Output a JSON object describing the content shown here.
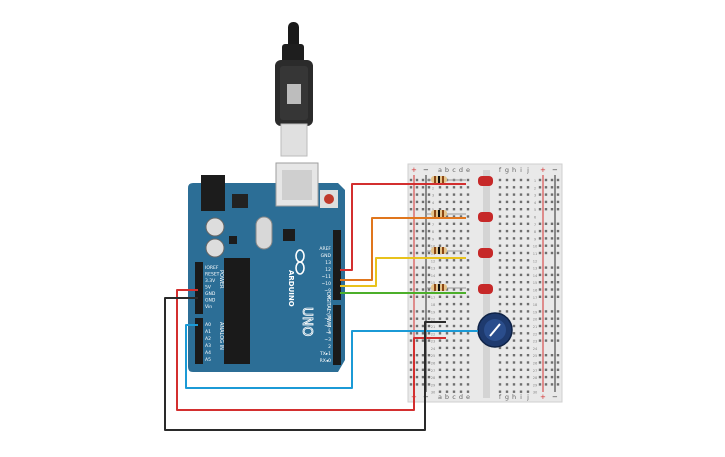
{
  "canvas": {
    "background": "#ffffff"
  },
  "arduino": {
    "board_color": "#2c6e96",
    "logo": "ARDUINO",
    "model": "UNO",
    "header_left_labels": [
      "IOREF",
      "RESET",
      "3.3V",
      "5V",
      "GND",
      "GND",
      "Vin"
    ],
    "power_label": "POWER",
    "analog_labels": [
      "A0",
      "A1",
      "A2",
      "A3",
      "A4",
      "A5"
    ],
    "analog_title": "ANALOG IN",
    "digital_labels_top": [
      "AREF",
      "GND",
      "13",
      "12",
      "~11",
      "~10",
      "~9",
      "8"
    ],
    "digital_labels_bottom": [
      "7",
      "~6",
      "~5",
      "4",
      "~3",
      "2",
      "TX▸1",
      "RX◂0"
    ],
    "digital_title": "DIGITAL (PWM~)"
  },
  "breadboard": {
    "column_letters_left": [
      "a",
      "b",
      "c",
      "d",
      "e"
    ],
    "column_letters_right": [
      "f",
      "g",
      "h",
      "i",
      "j"
    ],
    "rail_plus": "+",
    "rail_minus": "−",
    "row_numbers": [
      "1",
      "2",
      "3",
      "4",
      "5",
      "6",
      "7",
      "8",
      "9",
      "10",
      "11",
      "12",
      "13",
      "14",
      "15",
      "16",
      "17",
      "18",
      "19",
      "20",
      "21",
      "22",
      "23",
      "24",
      "25",
      "26",
      "27",
      "28",
      "29",
      "30"
    ]
  },
  "components": {
    "leds": [
      {
        "name": "led-1",
        "color": "#c62828"
      },
      {
        "name": "led-2",
        "color": "#c62828"
      },
      {
        "name": "led-3",
        "color": "#c62828"
      },
      {
        "name": "led-4",
        "color": "#c62828"
      }
    ],
    "potentiometer": {
      "knob_color": "#1e3a6e"
    }
  },
  "wire_colors": {
    "red": "#d32f2f",
    "orange": "#e0761d",
    "yellow": "#e8c21c",
    "green": "#4caf2a",
    "blue": "#1b9ad6",
    "black": "#2a2a2a"
  }
}
